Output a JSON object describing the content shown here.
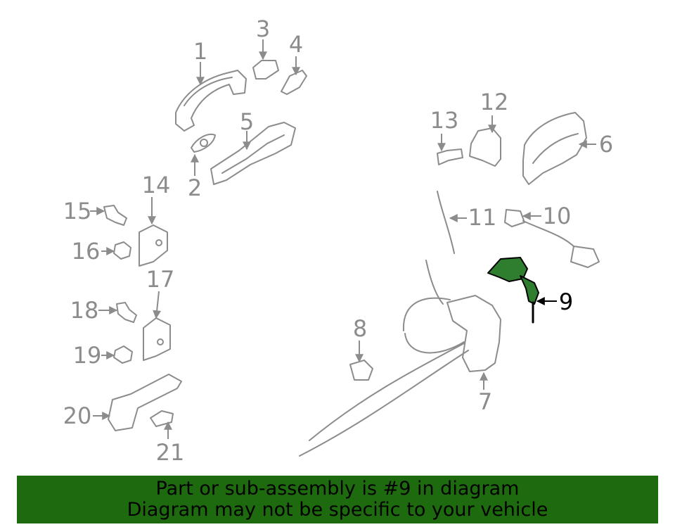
{
  "highlight": {
    "part_number": "9",
    "color": "#2f7d2f"
  },
  "callouts": [
    "1",
    "2",
    "3",
    "4",
    "5",
    "6",
    "7",
    "8",
    "9",
    "10",
    "11",
    "12",
    "13",
    "14",
    "15",
    "16",
    "17",
    "18",
    "19",
    "20",
    "21"
  ],
  "banner": {
    "line1": "Part or sub-assembly is #9 in diagram",
    "line2": "Diagram may not be specific to your vehicle",
    "background": "#1e6b0f"
  }
}
